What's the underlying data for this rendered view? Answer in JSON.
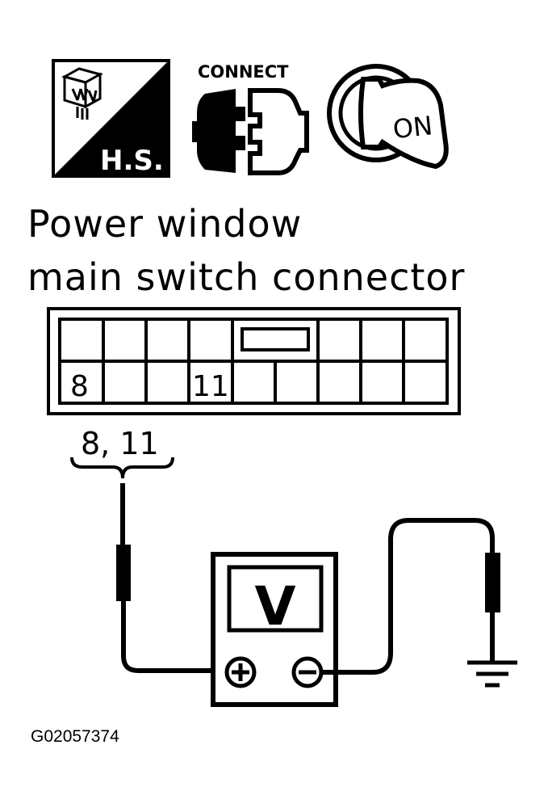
{
  "icons": {
    "harness_label": "H.S.",
    "connect_label": "CONNECT",
    "ignition_label": "ON"
  },
  "title": {
    "line1": "Power window",
    "line2": "main switch connector"
  },
  "connector": {
    "pin_a": "8",
    "pin_b": "11",
    "terminal_label": "8, 11"
  },
  "meter": {
    "display": "V",
    "positive_symbol": "+",
    "negative_symbol": "−"
  },
  "figure_code": "G02057374"
}
